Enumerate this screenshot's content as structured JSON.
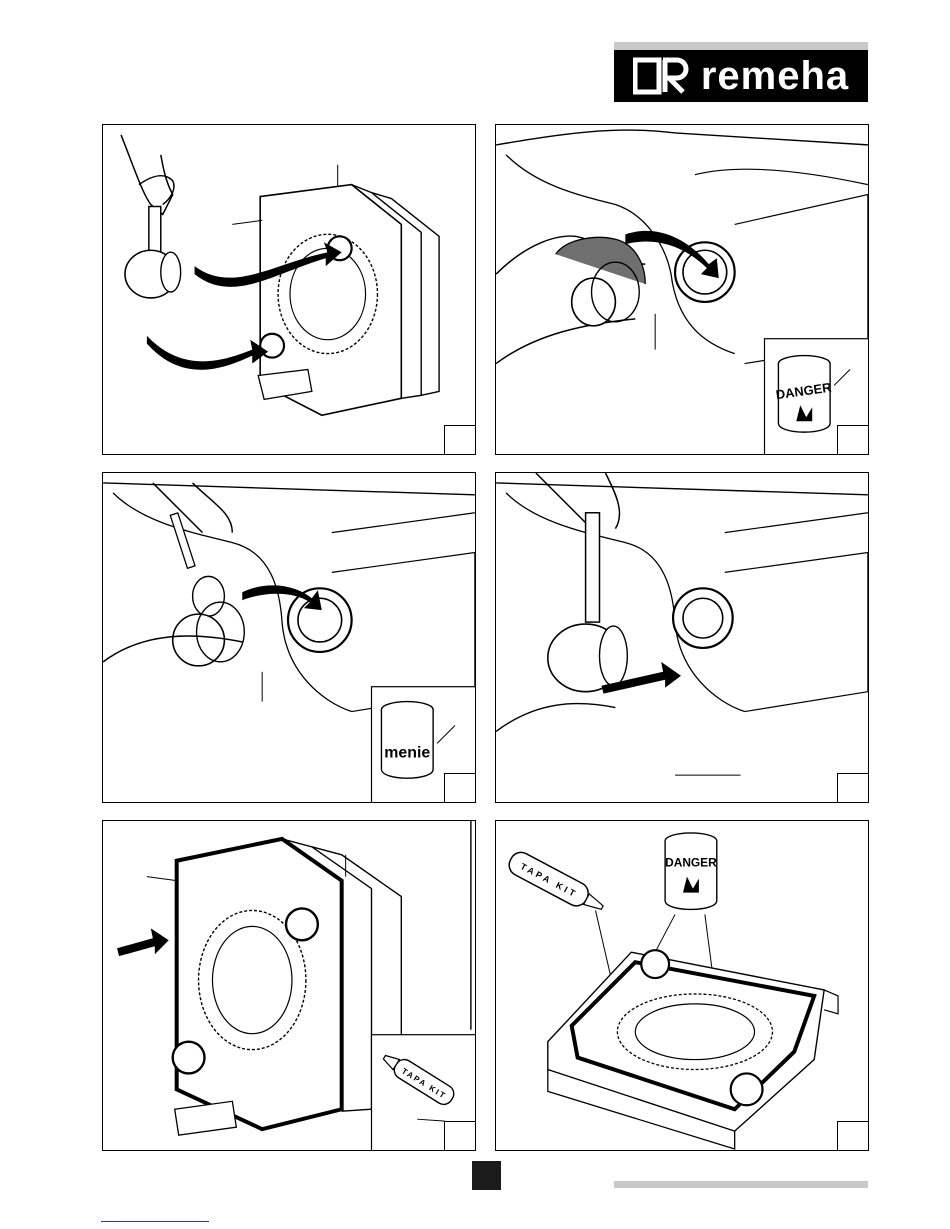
{
  "header": {
    "brand_name": "remeha",
    "logo_icon": "remeha-logo-icon"
  },
  "panels": [
    {
      "id": "panel-1",
      "number": "",
      "labels": []
    },
    {
      "id": "panel-2",
      "number": "",
      "labels": [
        "DANGER"
      ]
    },
    {
      "id": "panel-3",
      "number": "",
      "labels": [
        "menie"
      ]
    },
    {
      "id": "panel-4",
      "number": "",
      "labels": []
    },
    {
      "id": "panel-5",
      "number": "",
      "labels": [
        "TAPA KIT"
      ]
    },
    {
      "id": "panel-6",
      "number": "",
      "labels": [
        "TAPA KIT",
        "DANGER"
      ]
    }
  ],
  "colors": {
    "ink": "#000000",
    "grey_bar": "#c9c9c9",
    "smudge": "#6f6f6f"
  }
}
